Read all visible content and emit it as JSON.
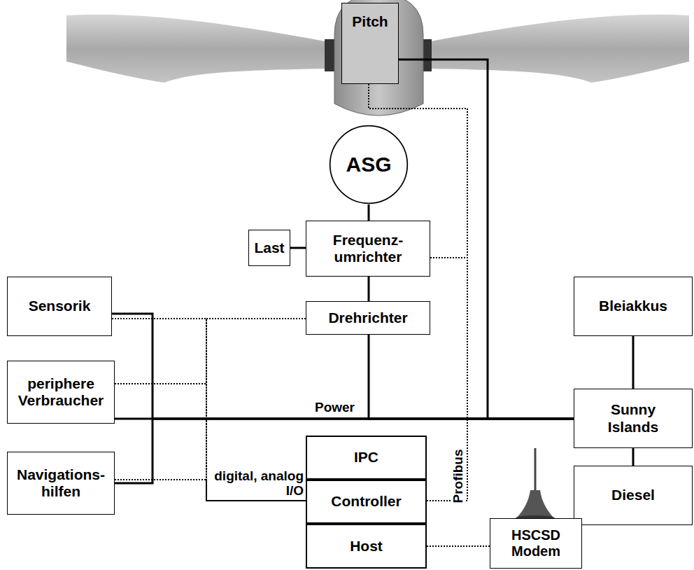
{
  "diagram": {
    "nodes": [
      {
        "text": [
          "Pitch"
        ]
      },
      {
        "text": [
          "ASG"
        ]
      },
      {
        "text": [
          "Last"
        ]
      },
      {
        "text": [
          "Frequenz- umrichter"
        ]
      },
      {
        "text": [
          "Sensorik"
        ]
      },
      {
        "text": [
          "Drehrichter"
        ]
      },
      {
        "text": [
          "Bleiakkus"
        ]
      },
      {
        "text": [
          "periphere Verbraucher"
        ]
      },
      {
        "text": [
          "Sunny Islands"
        ]
      },
      {
        "text": [
          "IPC"
        ]
      },
      {
        "text": [
          "Controller"
        ]
      },
      {
        "text": [
          "Navigations- hilfen"
        ]
      },
      {
        "text": [
          "Diesel"
        ]
      },
      {
        "text": [
          "Host"
        ]
      },
      {
        "text": [
          "HSCSD Modem"
        ]
      }
    ],
    "edges": [
      {
        "from": 1,
        "to": 3,
        "arrow": "none"
      },
      {
        "from": 2,
        "to": 3,
        "arrow": "none"
      },
      {
        "from": 3,
        "to": 5,
        "arrow": "none"
      },
      {
        "from": 5,
        "to": 8,
        "arrow": "none"
      },
      {
        "from": 7,
        "to": 8,
        "arrow": "none"
      },
      {
        "from": 0,
        "to": 8,
        "arrow": "none"
      },
      {
        "from": 4,
        "to": 8,
        "arrow": "none"
      },
      {
        "from": 11,
        "to": 8,
        "arrow": "none"
      },
      {
        "from": 6,
        "to": 8,
        "arrow": "none"
      },
      {
        "from": 8,
        "to": 12,
        "arrow": "none"
      },
      {
        "from": 0,
        "to": 10,
        "arrow": "none"
      },
      {
        "from": 3,
        "to": 10,
        "arrow": "none"
      },
      {
        "from": 4,
        "to": 10,
        "arrow": "none"
      },
      {
        "from": 5,
        "to": 10,
        "arrow": "none"
      },
      {
        "from": 7,
        "to": 10,
        "arrow": "none"
      },
      {
        "from": 11,
        "to": 10,
        "arrow": "none"
      },
      {
        "from": 13,
        "to": 14,
        "arrow": "none"
      }
    ],
    "labels": [
      "Power",
      "digital, analog I/O",
      "Profibus"
    ]
  }
}
